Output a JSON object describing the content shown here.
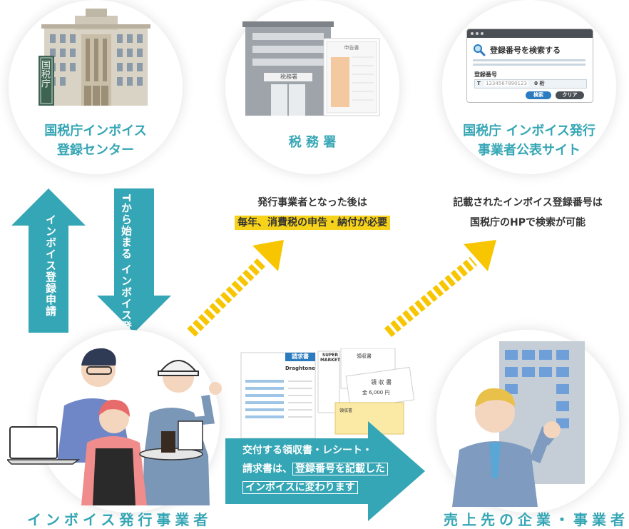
{
  "nodes": {
    "nta_center": {
      "line1": "国税庁インボイス",
      "line2": "登録センター",
      "sign": "国税庁"
    },
    "tax_office": {
      "label": "税 務 署",
      "building_sign": "税務署",
      "form_title": "申告書"
    },
    "publication_site": {
      "line1": "国税庁 インボイス発行",
      "line2": "事業者公表サイト",
      "search_title": "登録番号を検索する",
      "field_label": "登録番号",
      "prefix": "T",
      "placeholder": "1234567890123",
      "digits": "0 桁",
      "search_button": "検索",
      "clear_button": "クリア"
    },
    "issuer": {
      "label": "インボイス発行事業者"
    },
    "buyer": {
      "label": "売上先の企業・事業者等"
    }
  },
  "arrows": {
    "up": {
      "text": "インボイス登録申請"
    },
    "down": {
      "line1": "Tから始まる",
      "line2": "インボイス登録番号"
    },
    "right": {
      "line1": "交付する領収書・レシート・",
      "line2_plain": "請求書は、",
      "line2_boxed": "登録番号を記載した",
      "line3_boxed": "インボイスに変わります"
    }
  },
  "notes": {
    "tax_office": {
      "line1": "発行事業者となった後は",
      "line2": "毎年、消費税の申告・納付が必要"
    },
    "site": {
      "line1": "記載されたインボイス登録番号は",
      "line2": "国税庁のHPで検索が可能"
    }
  },
  "documents": {
    "invoice_title": "請求書",
    "invoice_company": "Draghtone",
    "receipt_store": "SUPER MARKET",
    "receipt_title": "領収書",
    "receipt2_title": "領 収 書",
    "receipt2_amount": "金 6,000 円",
    "receipt3_title": "領収書"
  },
  "colors": {
    "teal": "#35a6b5",
    "yellow": "#f7c600",
    "highlight": "#f7d21a"
  }
}
